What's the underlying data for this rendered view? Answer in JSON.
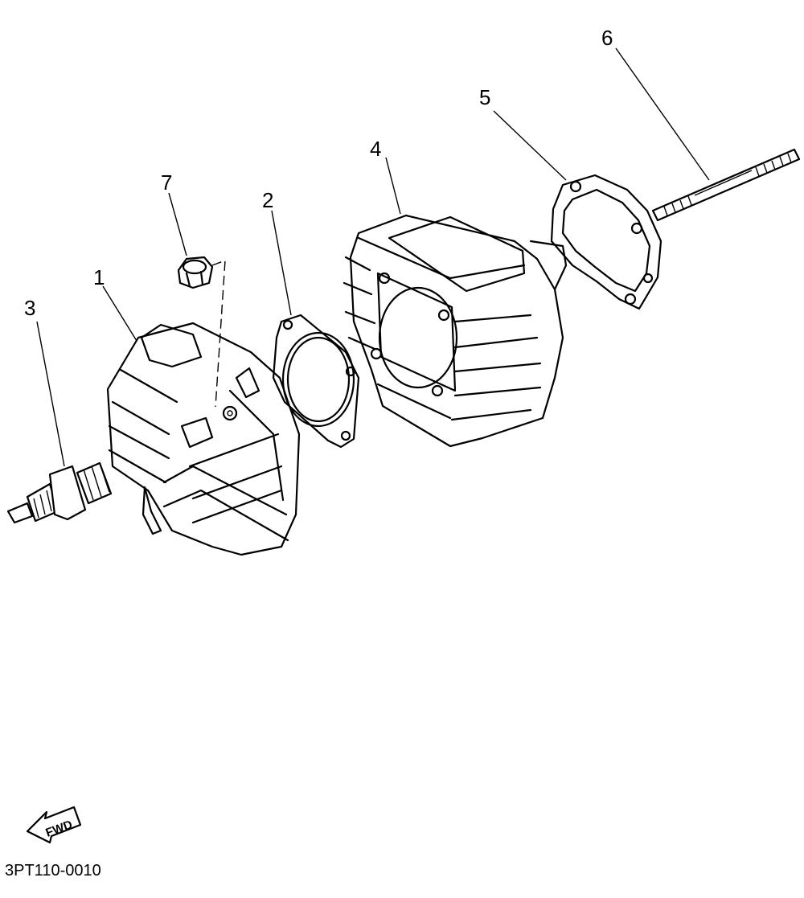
{
  "callouts": [
    "1",
    "2",
    "3",
    "4",
    "5",
    "6",
    "7"
  ],
  "direction_label": "FWD",
  "diagram_code": "3PT110-0010",
  "parts_icons": {
    "1": "cylinder-head-icon",
    "2": "head-gasket-icon",
    "3": "spark-plug-icon",
    "4": "cylinder-icon",
    "5": "base-gasket-icon",
    "6": "stud-bolt-icon",
    "7": "nut-icon"
  }
}
